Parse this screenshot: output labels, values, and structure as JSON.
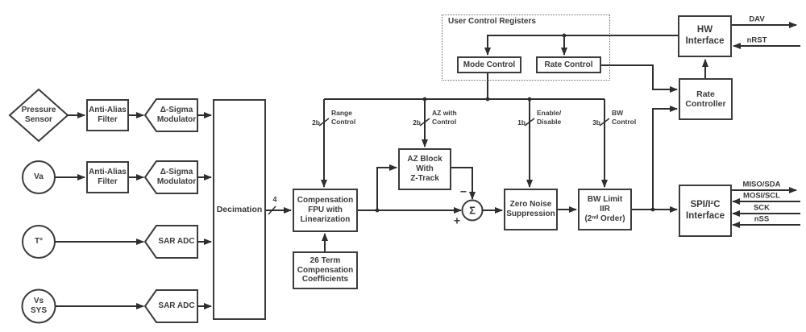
{
  "colors": {
    "line": "#2e2e2e",
    "box_border": "#3c3c3c",
    "text": "#3a3a3a",
    "background": "#ffffff"
  },
  "sources": {
    "pressure": "Pressure\nSensor",
    "va": "Va",
    "temperature": "T°",
    "vs": "Vs\nSYS"
  },
  "blocks": {
    "anti_alias_1": "Anti-Alias\nFilter",
    "anti_alias_2": "Anti-Alias\nFilter",
    "delta_sigma_1": "Δ-Sigma\nModulator",
    "delta_sigma_2": "Δ-Sigma\nModulator",
    "sar_adc_1": "SAR ADC",
    "sar_adc_2": "SAR ADC",
    "decimation": "Decimation",
    "comp_fpu": "Compensation\nFPU with\nLinearization",
    "coefficients": "26 Term\nCompensation\nCoefficients",
    "az_block": "AZ Block\nWith\nZ-Track",
    "zero_noise": "Zero Noise\nSuppression",
    "bw_limit": "BW Limit\nIIR\n(2ⁿᵈ Order)",
    "spi_interface": "SPI/I²C\nInterface",
    "hw_interface": "HW\nInterface",
    "rate_controller": "Rate\nController"
  },
  "registers": {
    "group": "User Control Registers",
    "mode": "Mode Control",
    "rate": "Rate Control"
  },
  "control_signals": {
    "bus_width": "4",
    "range": {
      "bits": "2b",
      "name": "Range\nControl"
    },
    "az": {
      "bits": "2b",
      "name": "AZ with\nControl"
    },
    "enable": {
      "bits": "1b",
      "name": "Enable/\nDisable"
    },
    "bw": {
      "bits": "3b",
      "name": "BW\nControl"
    }
  },
  "summing": {
    "symbol": "Σ",
    "plus": "+",
    "minus": "−"
  },
  "pins": {
    "dav": "DAV",
    "nrst": "nRST",
    "miso": "MISO/SDA",
    "mosi": "MOSI/SCL",
    "sck": "SCK",
    "nss": "nSS"
  }
}
